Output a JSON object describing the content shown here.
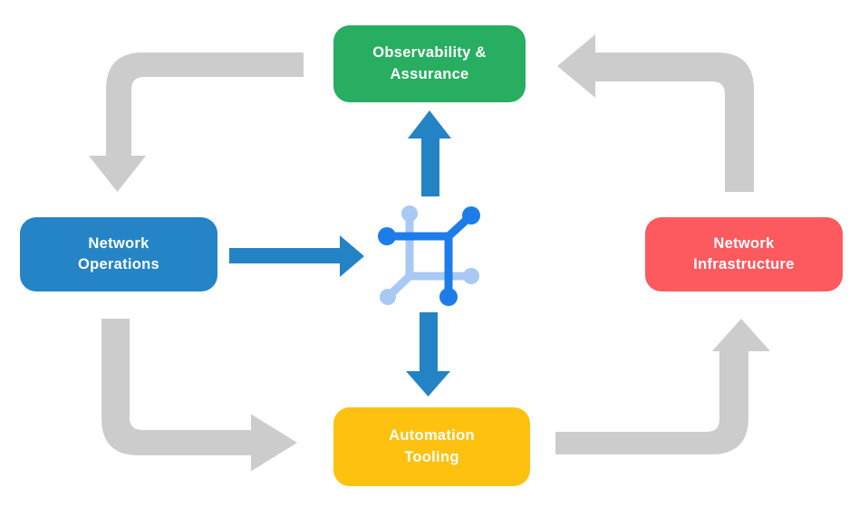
{
  "diagram": {
    "nodes": {
      "observability": {
        "line1": "Observability &",
        "line2": "Assurance",
        "color": "#27AE60"
      },
      "operations": {
        "line1": "Network",
        "line2": "Operations",
        "color": "#2484C6"
      },
      "infrastructure": {
        "line1": "Network",
        "line2": "Infrastructure",
        "color": "#FC5A5F"
      },
      "automation": {
        "line1": "Automation",
        "line2": "Tooling",
        "color": "#FFC110"
      }
    },
    "center_icon": {
      "name": "network-mesh-icon"
    },
    "edges": [
      {
        "from": "observability",
        "to": "operations",
        "style": "gray"
      },
      {
        "from": "operations",
        "to": "automation",
        "style": "gray"
      },
      {
        "from": "automation",
        "to": "infrastructure",
        "style": "gray"
      },
      {
        "from": "infrastructure",
        "to": "observability",
        "style": "gray"
      },
      {
        "from": "operations",
        "to": "center-icon",
        "style": "blue"
      },
      {
        "from": "center-icon",
        "to": "observability",
        "style": "blue"
      },
      {
        "from": "center-icon",
        "to": "automation",
        "style": "blue"
      }
    ],
    "colors": {
      "arrow_gray": "#CCCCCC",
      "arrow_blue": "#2383C5",
      "icon_dark_blue": "#1E7CE8",
      "icon_light_blue": "#A8C9F4",
      "background": "#FFFFFF",
      "text": "#FFFFFF"
    }
  }
}
